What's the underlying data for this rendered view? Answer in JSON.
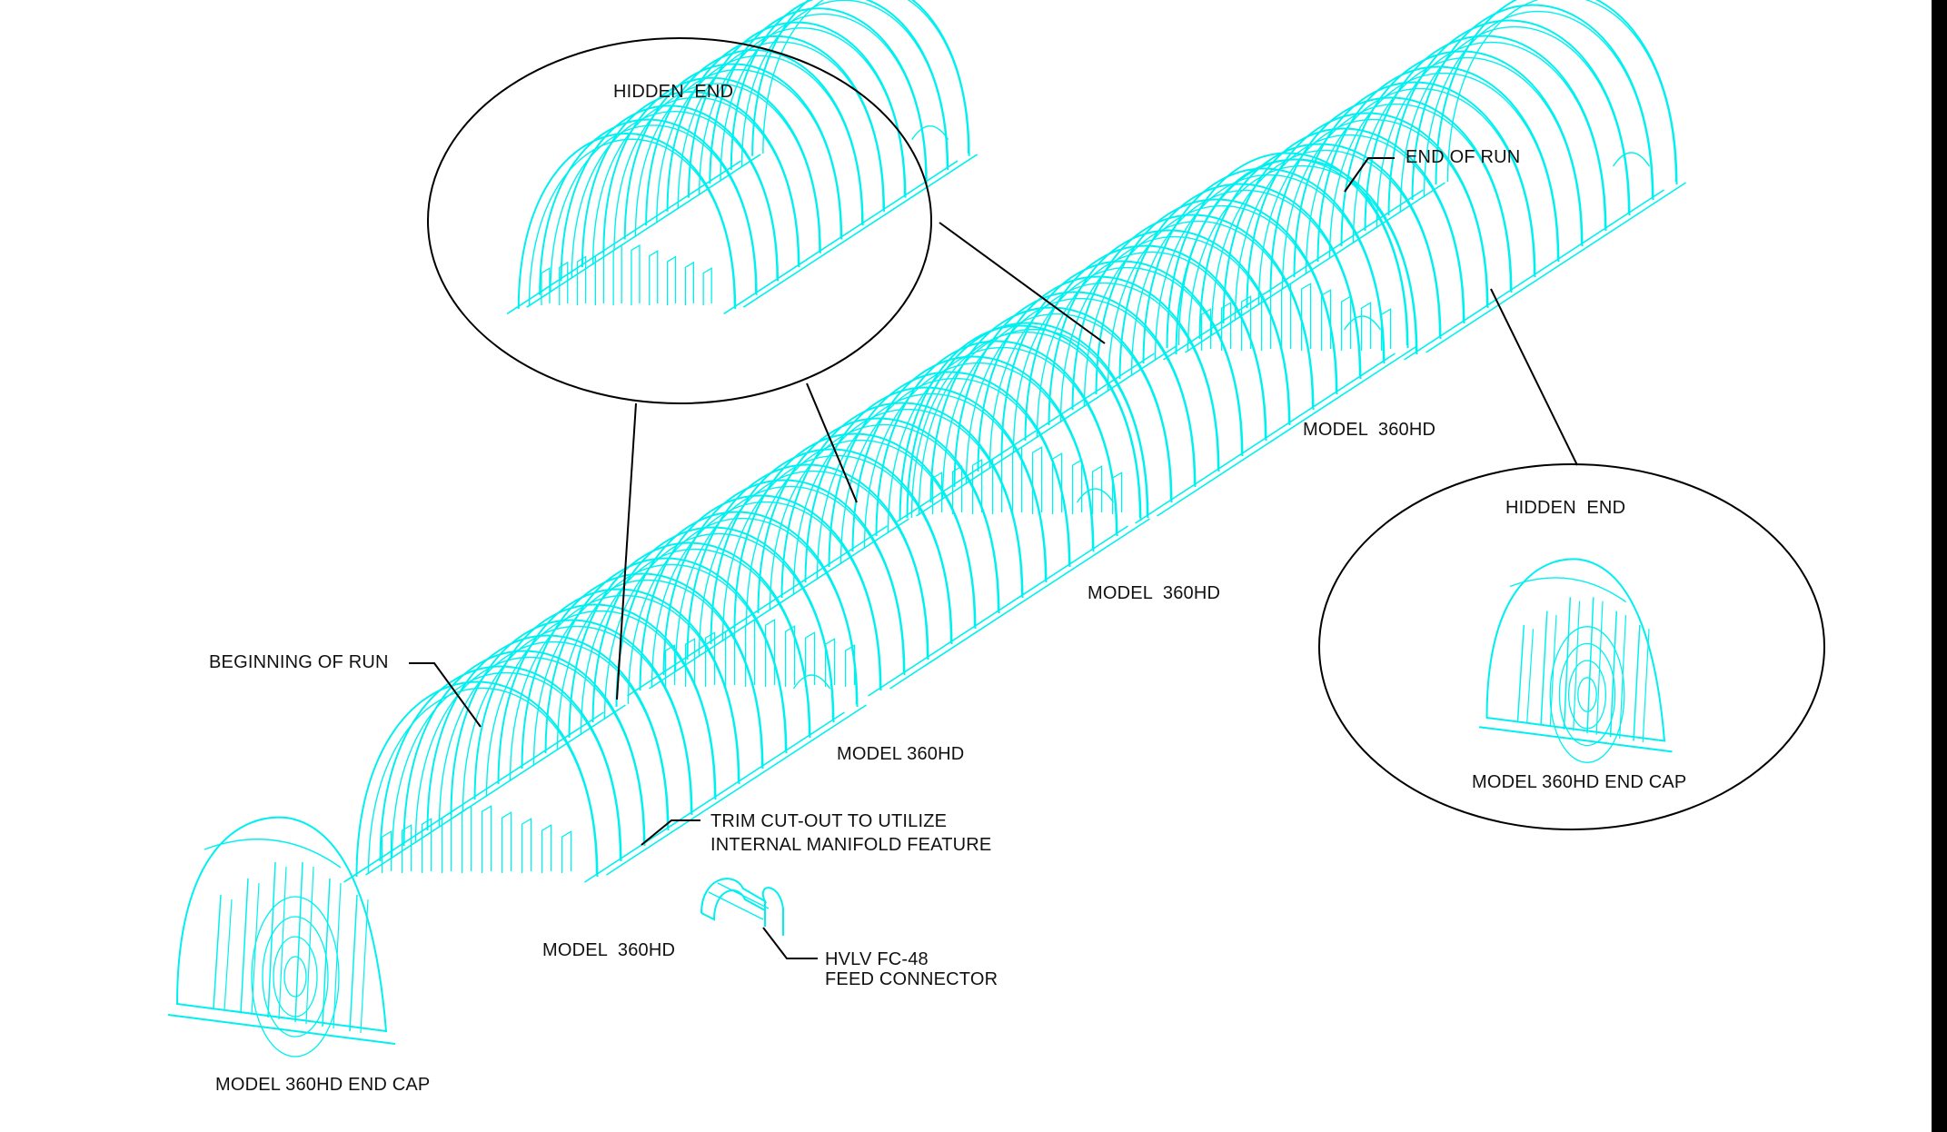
{
  "colors": {
    "chamber": "#00f0f0",
    "line": "#000000",
    "text": "#111111",
    "background": "#ffffff"
  },
  "labels": {
    "hidden_end_top": "HIDDEN  END",
    "end_of_run": "END OF RUN",
    "model_a": "MODEL  360HD",
    "model_b": "MODEL  360HD",
    "model_c": "MODEL 360HD",
    "model_d": "MODEL  360HD",
    "hidden_end_right": "HIDDEN  END",
    "end_cap_right": "MODEL 360HD END CAP",
    "beginning_of_run": "BEGINNING OF RUN",
    "trim_line1": "TRIM CUT-OUT TO UTILIZE",
    "trim_line2": "INTERNAL MANIFOLD FEATURE",
    "hvlv_line1": "HVLV FC-48",
    "hvlv_line2": "FEED CONNECTOR",
    "end_cap_bottom": "MODEL 360HD END CAP"
  }
}
